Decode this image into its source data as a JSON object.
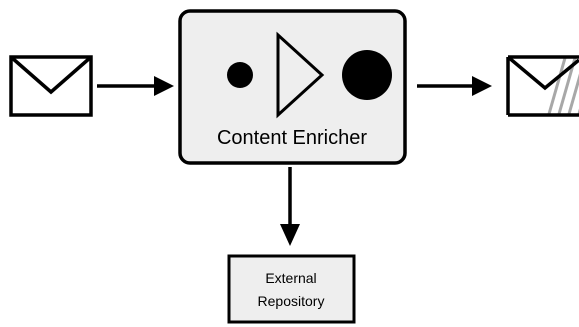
{
  "diagram": {
    "enricher_label": "Content Enricher",
    "repository_label": [
      "External",
      "Repository"
    ]
  },
  "icons": {
    "input_message": "envelope-icon",
    "output_message": "enriched-envelope-icon",
    "enricher_symbol": "small-dot-triangle-large-dot"
  },
  "colors": {
    "box_fill": "#eeeeee",
    "stroke": "#000000",
    "hatch": "#a8a8a8"
  }
}
